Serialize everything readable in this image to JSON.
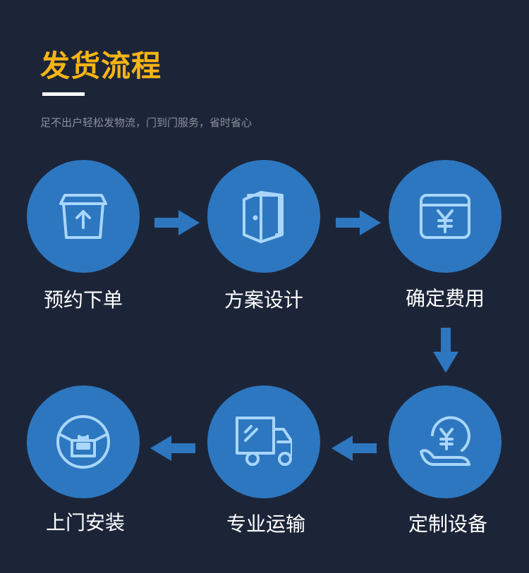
{
  "header": {
    "title": "发货流程",
    "subtitle": "足不出户轻松发物流，门到门服务，省时省心"
  },
  "steps": [
    {
      "label": "预约下单",
      "icon": "box-upload-icon"
    },
    {
      "label": "方案设计",
      "icon": "door-design-icon"
    },
    {
      "label": "确定费用",
      "icon": "yen-card-icon"
    },
    {
      "label": "定制设备",
      "icon": "yen-hand-icon"
    },
    {
      "label": "专业运输",
      "icon": "truck-icon"
    },
    {
      "label": "上门安装",
      "icon": "open-box-icon"
    }
  ],
  "colors": {
    "background": "#1c2538",
    "accent": "#f7b414",
    "circle": "#2d77c0",
    "icon": "#a9d6fb"
  }
}
